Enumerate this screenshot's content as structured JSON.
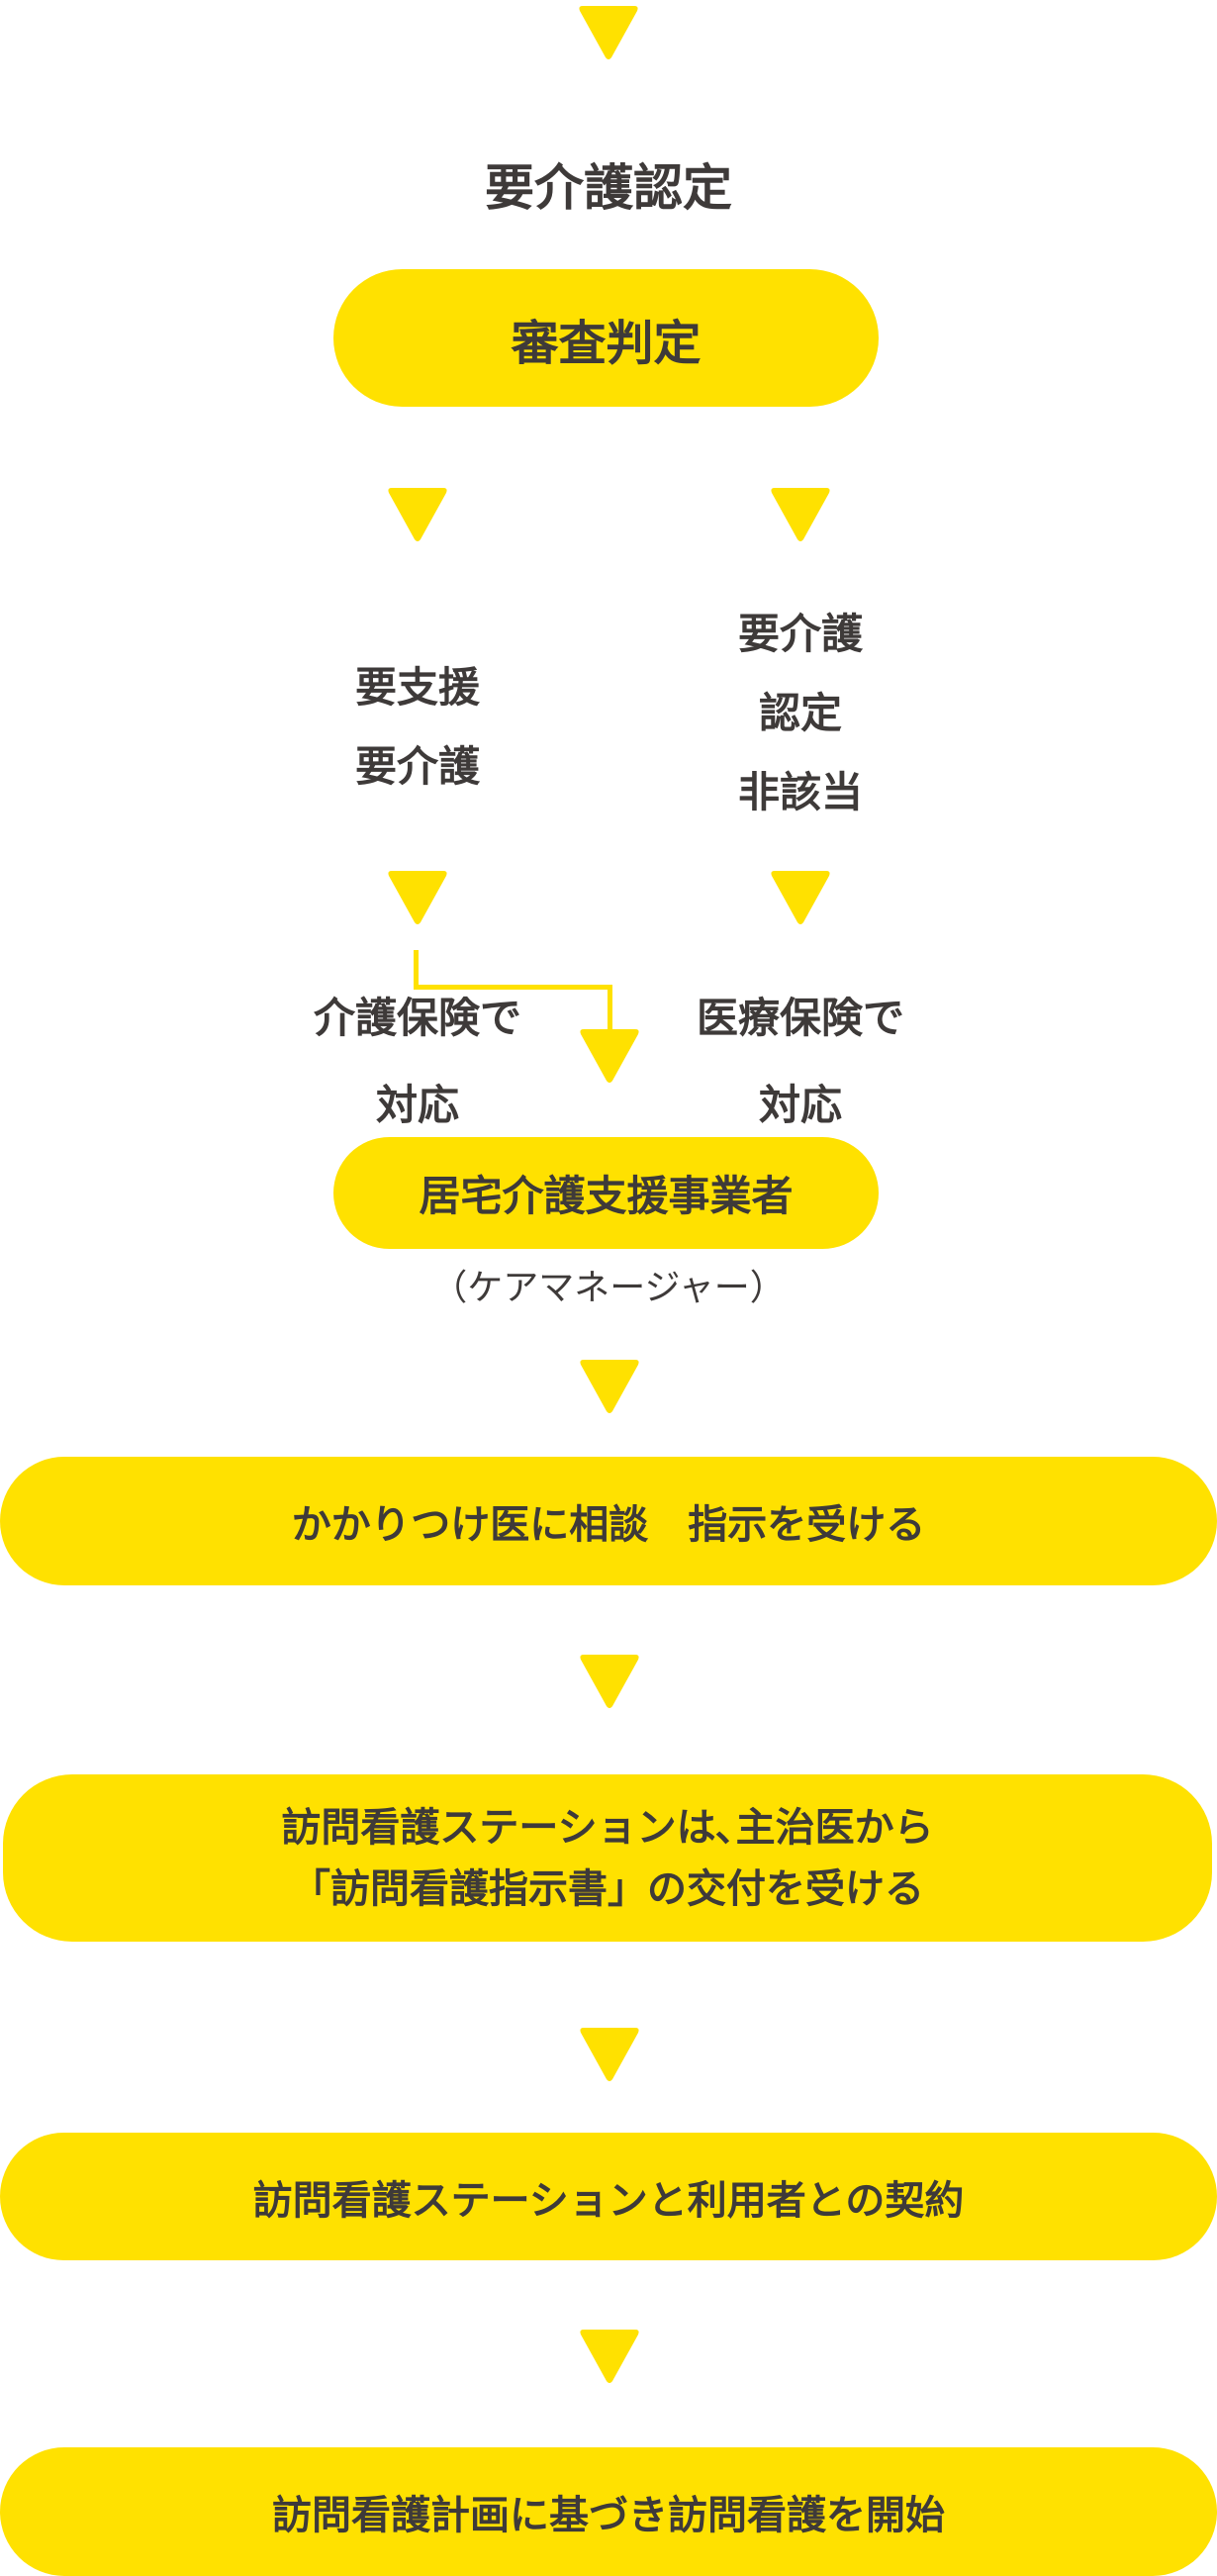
{
  "colors": {
    "accent": "#ffe100",
    "text": "#3e3a39"
  },
  "title": "要介護認定",
  "review": "審査判定",
  "left_branch": {
    "result": [
      "要支援",
      "要介護"
    ],
    "coverage": [
      "介護保険で",
      "対応"
    ]
  },
  "right_branch": {
    "result": [
      "要介護",
      "認定",
      "非該当"
    ],
    "coverage": [
      "医療保険で",
      "対応"
    ]
  },
  "care_manager": {
    "label": "居宅介護支援事業者",
    "sub": "（ケアマネージャー）"
  },
  "steps": [
    {
      "lines": [
        "かかりつけ医に相談　指示を受ける"
      ]
    },
    {
      "lines": [
        "訪問看護ステーションは､主治医から",
        "「訪問看護指示書」の交付を受ける"
      ]
    },
    {
      "lines": [
        "訪問看護ステーションと利用者との契約"
      ]
    },
    {
      "lines": [
        "訪問看護計画に基づき訪問看護を開始"
      ]
    }
  ]
}
